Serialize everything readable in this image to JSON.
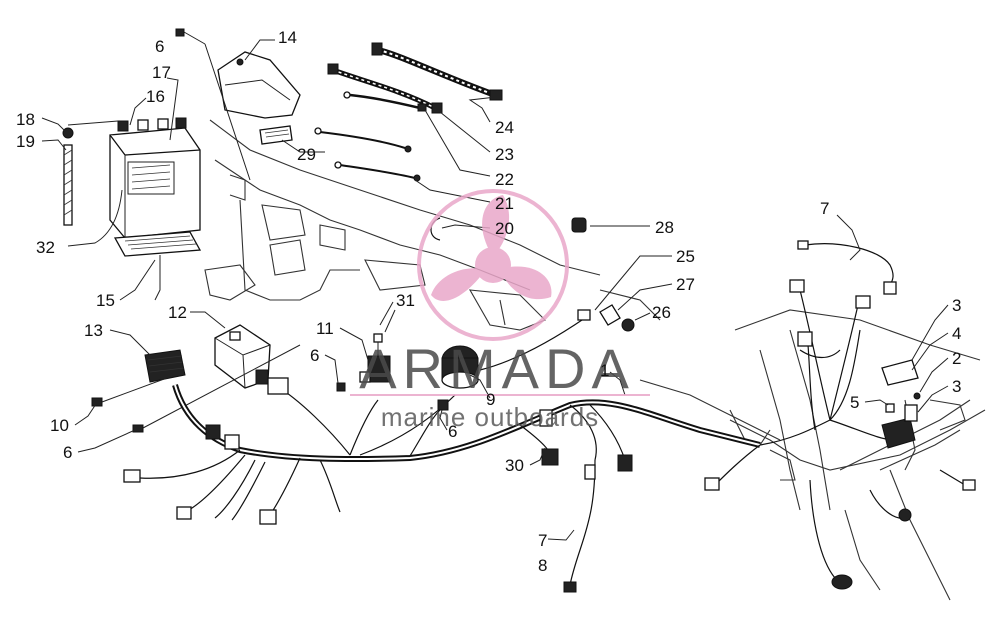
{
  "callouts": [
    {
      "id": "c14",
      "text": "14"
    },
    {
      "id": "c6a",
      "text": "6"
    },
    {
      "id": "c17",
      "text": "17"
    },
    {
      "id": "c16",
      "text": "16"
    },
    {
      "id": "c18",
      "text": "18"
    },
    {
      "id": "c19",
      "text": "19"
    },
    {
      "id": "c32",
      "text": "32"
    },
    {
      "id": "c15",
      "text": "15"
    },
    {
      "id": "c29",
      "text": "29"
    },
    {
      "id": "c24",
      "text": "24"
    },
    {
      "id": "c23",
      "text": "23"
    },
    {
      "id": "c22",
      "text": "22"
    },
    {
      "id": "c21",
      "text": "21"
    },
    {
      "id": "c20",
      "text": "20"
    },
    {
      "id": "c28",
      "text": "28"
    },
    {
      "id": "c7a",
      "text": "7"
    },
    {
      "id": "c25",
      "text": "25"
    },
    {
      "id": "c27",
      "text": "27"
    },
    {
      "id": "c26",
      "text": "26"
    },
    {
      "id": "c3a",
      "text": "3"
    },
    {
      "id": "c4",
      "text": "4"
    },
    {
      "id": "c2",
      "text": "2"
    },
    {
      "id": "c3b",
      "text": "3"
    },
    {
      "id": "c5",
      "text": "5"
    },
    {
      "id": "c12",
      "text": "12"
    },
    {
      "id": "c13",
      "text": "13"
    },
    {
      "id": "c31",
      "text": "31"
    },
    {
      "id": "c11",
      "text": "11"
    },
    {
      "id": "c6b",
      "text": "6"
    },
    {
      "id": "c1",
      "text": "1"
    },
    {
      "id": "c9",
      "text": "9"
    },
    {
      "id": "c10",
      "text": "10"
    },
    {
      "id": "c6c",
      "text": "6"
    },
    {
      "id": "c6d",
      "text": "6"
    },
    {
      "id": "c30",
      "text": "30"
    },
    {
      "id": "c7b",
      "text": "7"
    },
    {
      "id": "c8",
      "text": "8"
    }
  ],
  "watermark": {
    "brand": "ARMADA",
    "tagline": "marine outboards",
    "icon": "propeller-icon",
    "color": "#e9a7c9"
  }
}
